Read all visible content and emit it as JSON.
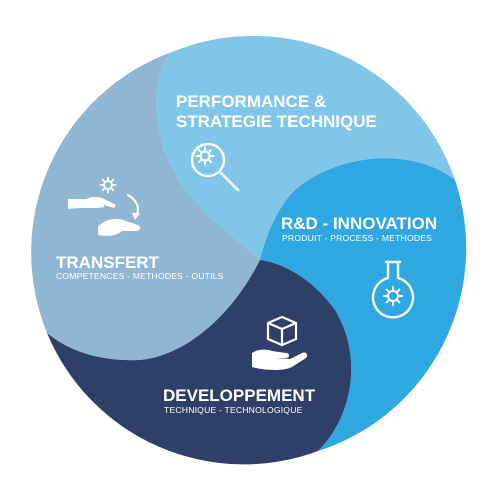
{
  "segments": [
    {
      "id": "performance",
      "title_lines": [
        "PERFORMANCE &",
        "STRATEGIE TECHNIQUE"
      ],
      "subtitle": "",
      "color": "#7FC6E8",
      "icon": "magnifier-gear-icon"
    },
    {
      "id": "rd",
      "title_lines": [
        "R&D - INNOVATION"
      ],
      "subtitle": "PRODUIT - PROCESS - METHODES",
      "color": "#2FA7E0",
      "icon": "flask-gear-icon"
    },
    {
      "id": "developpement",
      "title_lines": [
        "DEVELOPPEMENT"
      ],
      "subtitle": "TECHNIQUE - TECHNOLOGIQUE",
      "color": "#2E4067",
      "icon": "hand-cube-icon"
    },
    {
      "id": "transfert",
      "title_lines": [
        "TRANSFERT"
      ],
      "subtitle": "COMPETENCES - METHODES - OUTILS",
      "color": "#8FB6D2",
      "icon": "hands-gear-icon"
    }
  ]
}
